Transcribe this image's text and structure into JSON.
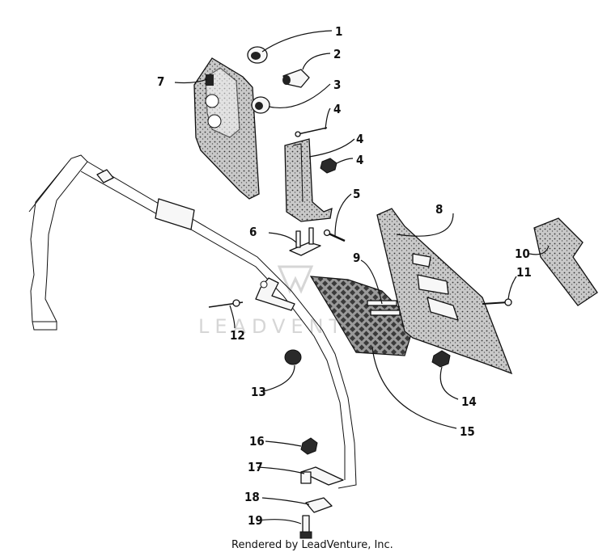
{
  "watermark": "LEADVENTURE",
  "credit": "Rendered by LeadVenture, Inc.",
  "callouts": [
    "1",
    "2",
    "3",
    "4",
    "4",
    "4",
    "5",
    "6",
    "7",
    "8",
    "9",
    "10",
    "11",
    "12",
    "13",
    "14",
    "15",
    "16",
    "17",
    "18",
    "19"
  ]
}
